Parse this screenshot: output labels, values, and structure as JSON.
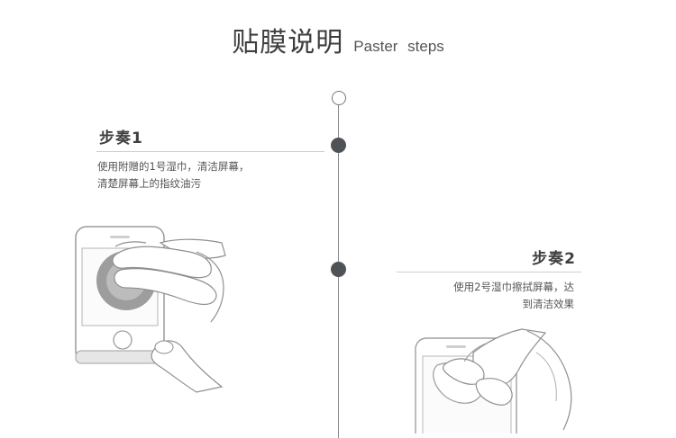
{
  "header": {
    "title_cn": "贴膜说明",
    "title_en": "Paster  steps"
  },
  "steps": [
    {
      "title": "步奏1",
      "desc_line1": "使用附赠的1号湿巾，清洁屏幕，",
      "desc_line2": "清楚屏幕上的指纹油污"
    },
    {
      "title": "步奏2",
      "desc_line1": "使用2号湿巾擦拭屏幕，达",
      "desc_line2": "到清洁效果"
    }
  ],
  "colors": {
    "timeline": "#8a8a8a",
    "dot_filled": "#4f5358",
    "title_text": "#3f3f3f",
    "body_text": "#555555"
  },
  "icons": {
    "step1_illustration": "phone-wipe-cloth-hand",
    "step2_illustration": "phone-wipe-cloth-hand"
  }
}
